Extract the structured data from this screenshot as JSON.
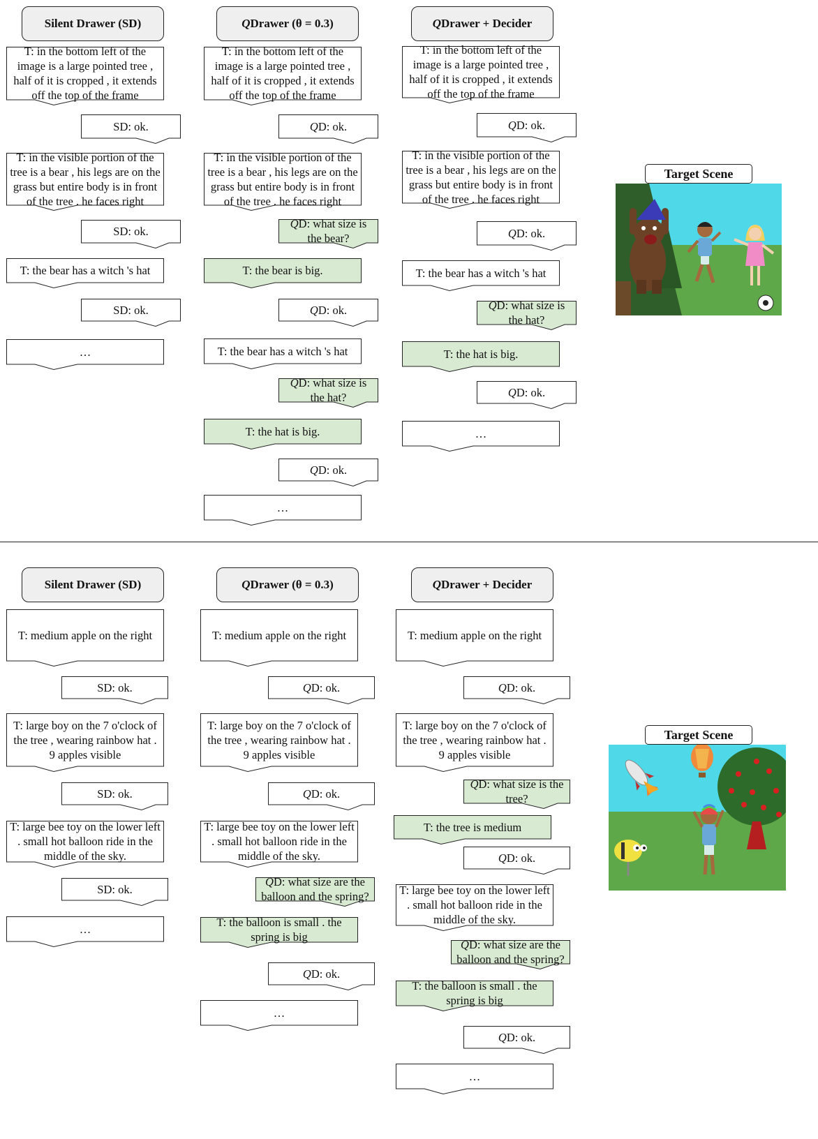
{
  "panels": [
    {
      "id": "top",
      "target_scene_title": "Target Scene",
      "columns": [
        {
          "id": "sd",
          "header": {
            "label": "Silent Drawer (SD)"
          },
          "messages": [
            {
              "speaker": "T",
              "text": "T: in the bottom left of the image is a large pointed tree , half of it is cropped , it extends off the top of the frame"
            },
            {
              "speaker": "D",
              "text": "SD: ok."
            },
            {
              "speaker": "T",
              "text": "T: in the visible portion of the tree is a bear , his legs are on the grass but entire body is in front of the tree . he faces right"
            },
            {
              "speaker": "D",
              "text": "SD: ok."
            },
            {
              "speaker": "T",
              "text": "T: the bear has a witch 's hat"
            },
            {
              "speaker": "D",
              "text": "SD: ok."
            },
            {
              "speaker": "T",
              "text": "…"
            }
          ]
        },
        {
          "id": "qd",
          "header": {
            "q": "Q",
            "label": "Drawer (θ = 0.3)"
          },
          "messages": [
            {
              "speaker": "T",
              "text": "T: in the bottom left of the image is a large pointed tree , half of it is cropped , it extends off the top of the frame"
            },
            {
              "speaker": "D",
              "q": "Q",
              "text": "D: ok."
            },
            {
              "speaker": "T",
              "text": "T: in the visible portion of the tree is a bear , his legs are on the grass but entire body is in front of the tree . he faces right"
            },
            {
              "speaker": "D",
              "q": "Q",
              "text": "D: what size is the bear?",
              "highlight": true
            },
            {
              "speaker": "T",
              "text": "T: the bear is big.",
              "highlight": true
            },
            {
              "speaker": "D",
              "q": "Q",
              "text": "D: ok."
            },
            {
              "speaker": "T",
              "text": "T: the bear has a witch 's hat"
            },
            {
              "speaker": "D",
              "q": "Q",
              "text": "D: what size is the hat?",
              "highlight": true
            },
            {
              "speaker": "T",
              "text": "T: the hat is big.",
              "highlight": true
            },
            {
              "speaker": "D",
              "q": "Q",
              "text": "D: ok."
            },
            {
              "speaker": "T",
              "text": "…"
            }
          ]
        },
        {
          "id": "qdd",
          "header": {
            "q": "Q",
            "label": "Drawer + Decider"
          },
          "messages": [
            {
              "speaker": "T",
              "text": "T: in the bottom left of the image is a large pointed tree , half of it is cropped , it extends off the top of the frame"
            },
            {
              "speaker": "D",
              "q": "Q",
              "text": "D: ok."
            },
            {
              "speaker": "T",
              "text": "T: in the visible portion of the tree is a bear , his legs are on the grass but entire body is in front of the tree . he faces right"
            },
            {
              "speaker": "D",
              "q": "Q",
              "text": "D: ok."
            },
            {
              "speaker": "T",
              "text": "T: the bear has a witch 's hat"
            },
            {
              "speaker": "D",
              "q": "Q",
              "text": "D: what size is the hat?",
              "highlight": true
            },
            {
              "speaker": "T",
              "text": "T: the hat is big.",
              "highlight": true
            },
            {
              "speaker": "D",
              "q": "Q",
              "text": "D: ok."
            },
            {
              "speaker": "T",
              "text": "…"
            }
          ]
        }
      ]
    },
    {
      "id": "bottom",
      "target_scene_title": "Target Scene",
      "columns": [
        {
          "id": "sd",
          "header": {
            "label": "Silent Drawer (SD)"
          },
          "messages": [
            {
              "speaker": "T",
              "text": "T: medium apple on the right"
            },
            {
              "speaker": "D",
              "text": "SD: ok."
            },
            {
              "speaker": "T",
              "text": "T: large boy on the 7 o'clock of the tree , wearing rainbow hat . 9 apples visible"
            },
            {
              "speaker": "D",
              "text": "SD: ok."
            },
            {
              "speaker": "T",
              "text": "T: large bee toy on the lower left . small hot balloon ride in the middle of the sky."
            },
            {
              "speaker": "D",
              "text": "SD: ok."
            },
            {
              "speaker": "T",
              "text": "…"
            }
          ]
        },
        {
          "id": "qd",
          "header": {
            "q": "Q",
            "label": "Drawer (θ = 0.3)"
          },
          "messages": [
            {
              "speaker": "T",
              "text": "T: medium apple on the right"
            },
            {
              "speaker": "D",
              "q": "Q",
              "text": "D: ok."
            },
            {
              "speaker": "T",
              "text": "T: large boy on the 7 o'clock of the tree , wearing rainbow hat . 9 apples visible"
            },
            {
              "speaker": "D",
              "q": "Q",
              "text": "D: ok."
            },
            {
              "speaker": "T",
              "text": "T: large bee toy on the lower left . small hot balloon ride in the middle of the sky."
            },
            {
              "speaker": "D",
              "q": "Q",
              "text": "D: what size are the balloon and the spring?",
              "highlight": true
            },
            {
              "speaker": "T",
              "text": "T: the balloon is small . the spring is big",
              "highlight": true
            },
            {
              "speaker": "D",
              "q": "Q",
              "text": "D: ok."
            },
            {
              "speaker": "T",
              "text": "…"
            }
          ]
        },
        {
          "id": "qdd",
          "header": {
            "q": "Q",
            "label": "Drawer + Decider"
          },
          "messages": [
            {
              "speaker": "T",
              "text": "T: medium apple on the right"
            },
            {
              "speaker": "D",
              "q": "Q",
              "text": "D: ok."
            },
            {
              "speaker": "T",
              "text": "T: large boy on the 7 o'clock of the tree , wearing rainbow hat . 9 apples visible"
            },
            {
              "speaker": "D",
              "q": "Q",
              "text": "D: what size is the tree?",
              "highlight": true
            },
            {
              "speaker": "T",
              "text": "T: the tree is medium",
              "highlight": true
            },
            {
              "speaker": "D",
              "q": "Q",
              "text": "D: ok."
            },
            {
              "speaker": "T",
              "text": "T: large bee toy on the lower left . small hot balloon ride in the middle of the sky."
            },
            {
              "speaker": "D",
              "q": "Q",
              "text": "D: what size are the balloon and the spring?",
              "highlight": true
            },
            {
              "speaker": "T",
              "text": "T: the balloon is small . the spring is big",
              "highlight": true
            },
            {
              "speaker": "D",
              "q": "Q",
              "text": "D: ok."
            },
            {
              "speaker": "T",
              "text": "…"
            }
          ]
        }
      ]
    }
  ],
  "colors": {
    "header_fill": "#efefef",
    "bubble_fill": "#ffffff",
    "highlight_fill": "#d9ead3",
    "border": "#222222",
    "sky": "#4fd9e8",
    "grass": "#5ea84a"
  }
}
